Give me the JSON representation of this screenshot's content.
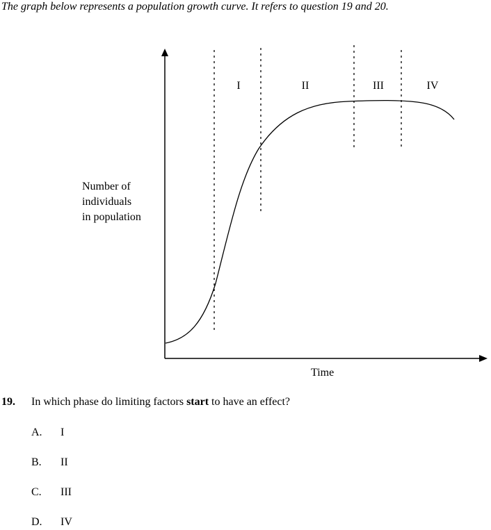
{
  "intro": "The graph below represents a population growth curve.  It refers to question 19 and 20.",
  "graph": {
    "y_axis_label_lines": [
      "Number of",
      "individuals",
      "in population"
    ],
    "x_axis_label": "Time",
    "phases": [
      "I",
      "II",
      "III",
      "IV"
    ]
  },
  "question": {
    "number": "19.",
    "text_before": "In which phase do limiting factors ",
    "text_bold": "start",
    "text_after": " to have an effect?",
    "options": [
      {
        "letter": "A.",
        "text": "I"
      },
      {
        "letter": "B.",
        "text": "II"
      },
      {
        "letter": "C.",
        "text": "III"
      },
      {
        "letter": "D.",
        "text": "IV"
      }
    ]
  }
}
